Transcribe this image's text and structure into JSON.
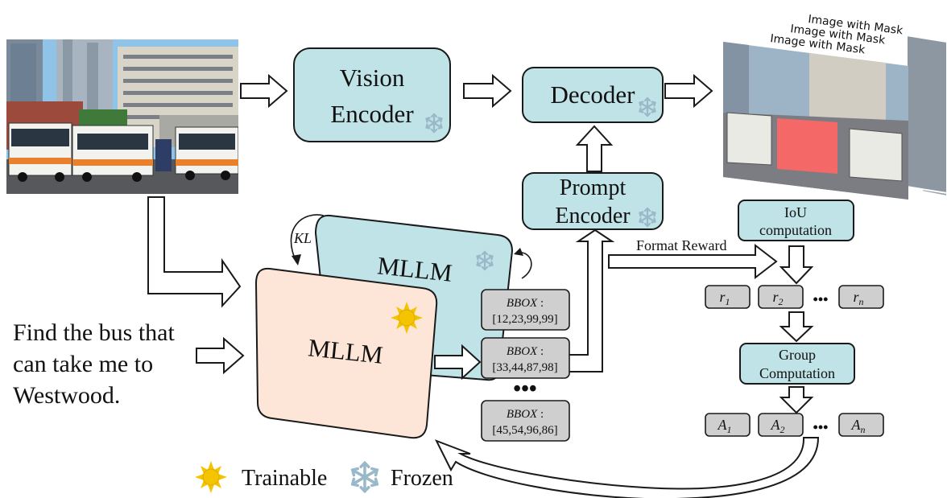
{
  "input_query": [
    "Find the bus that",
    "can take me to",
    "Westwood."
  ],
  "modules": {
    "vision_encoder": [
      "Vision",
      "Encoder"
    ],
    "decoder": "Decoder",
    "prompt_encoder": [
      "Prompt",
      "Encoder"
    ],
    "mllm_reference": "MLLM",
    "mllm_policy": "MLLM",
    "iou": [
      "IoU",
      "computation"
    ],
    "group": [
      "Group",
      "Computation"
    ]
  },
  "kl_label": "KL",
  "format_reward": "Format Reward",
  "bbox_outputs": [
    {
      "label": "BBOX",
      "colon": " :",
      "coords": "[12,23,99,99]"
    },
    {
      "label": "BBOX",
      "colon": " :",
      "coords": "[33,44,87,98]"
    },
    {
      "label": "BBOX",
      "colon": " :",
      "coords": "[45,54,96,86]"
    }
  ],
  "rewards": [
    {
      "sym": "r",
      "sub": "1"
    },
    {
      "sym": "r",
      "sub": "2"
    },
    {
      "sym": "r",
      "sub": "n"
    }
  ],
  "advantages": [
    {
      "sym": "A",
      "sub": "1"
    },
    {
      "sym": "A",
      "sub": "2"
    },
    {
      "sym": "A",
      "sub": "n"
    }
  ],
  "ellipsis": "•••",
  "mask_label": "Image with Mask",
  "legend": {
    "trainable": "Trainable",
    "frozen": "Frozen"
  },
  "colors": {
    "frozen_box": "#bfe3e6",
    "trainable_box": "#fde6d8",
    "sun": "#f5c400",
    "snow": "#9ab8c9",
    "mask": "#ff4a4a"
  }
}
